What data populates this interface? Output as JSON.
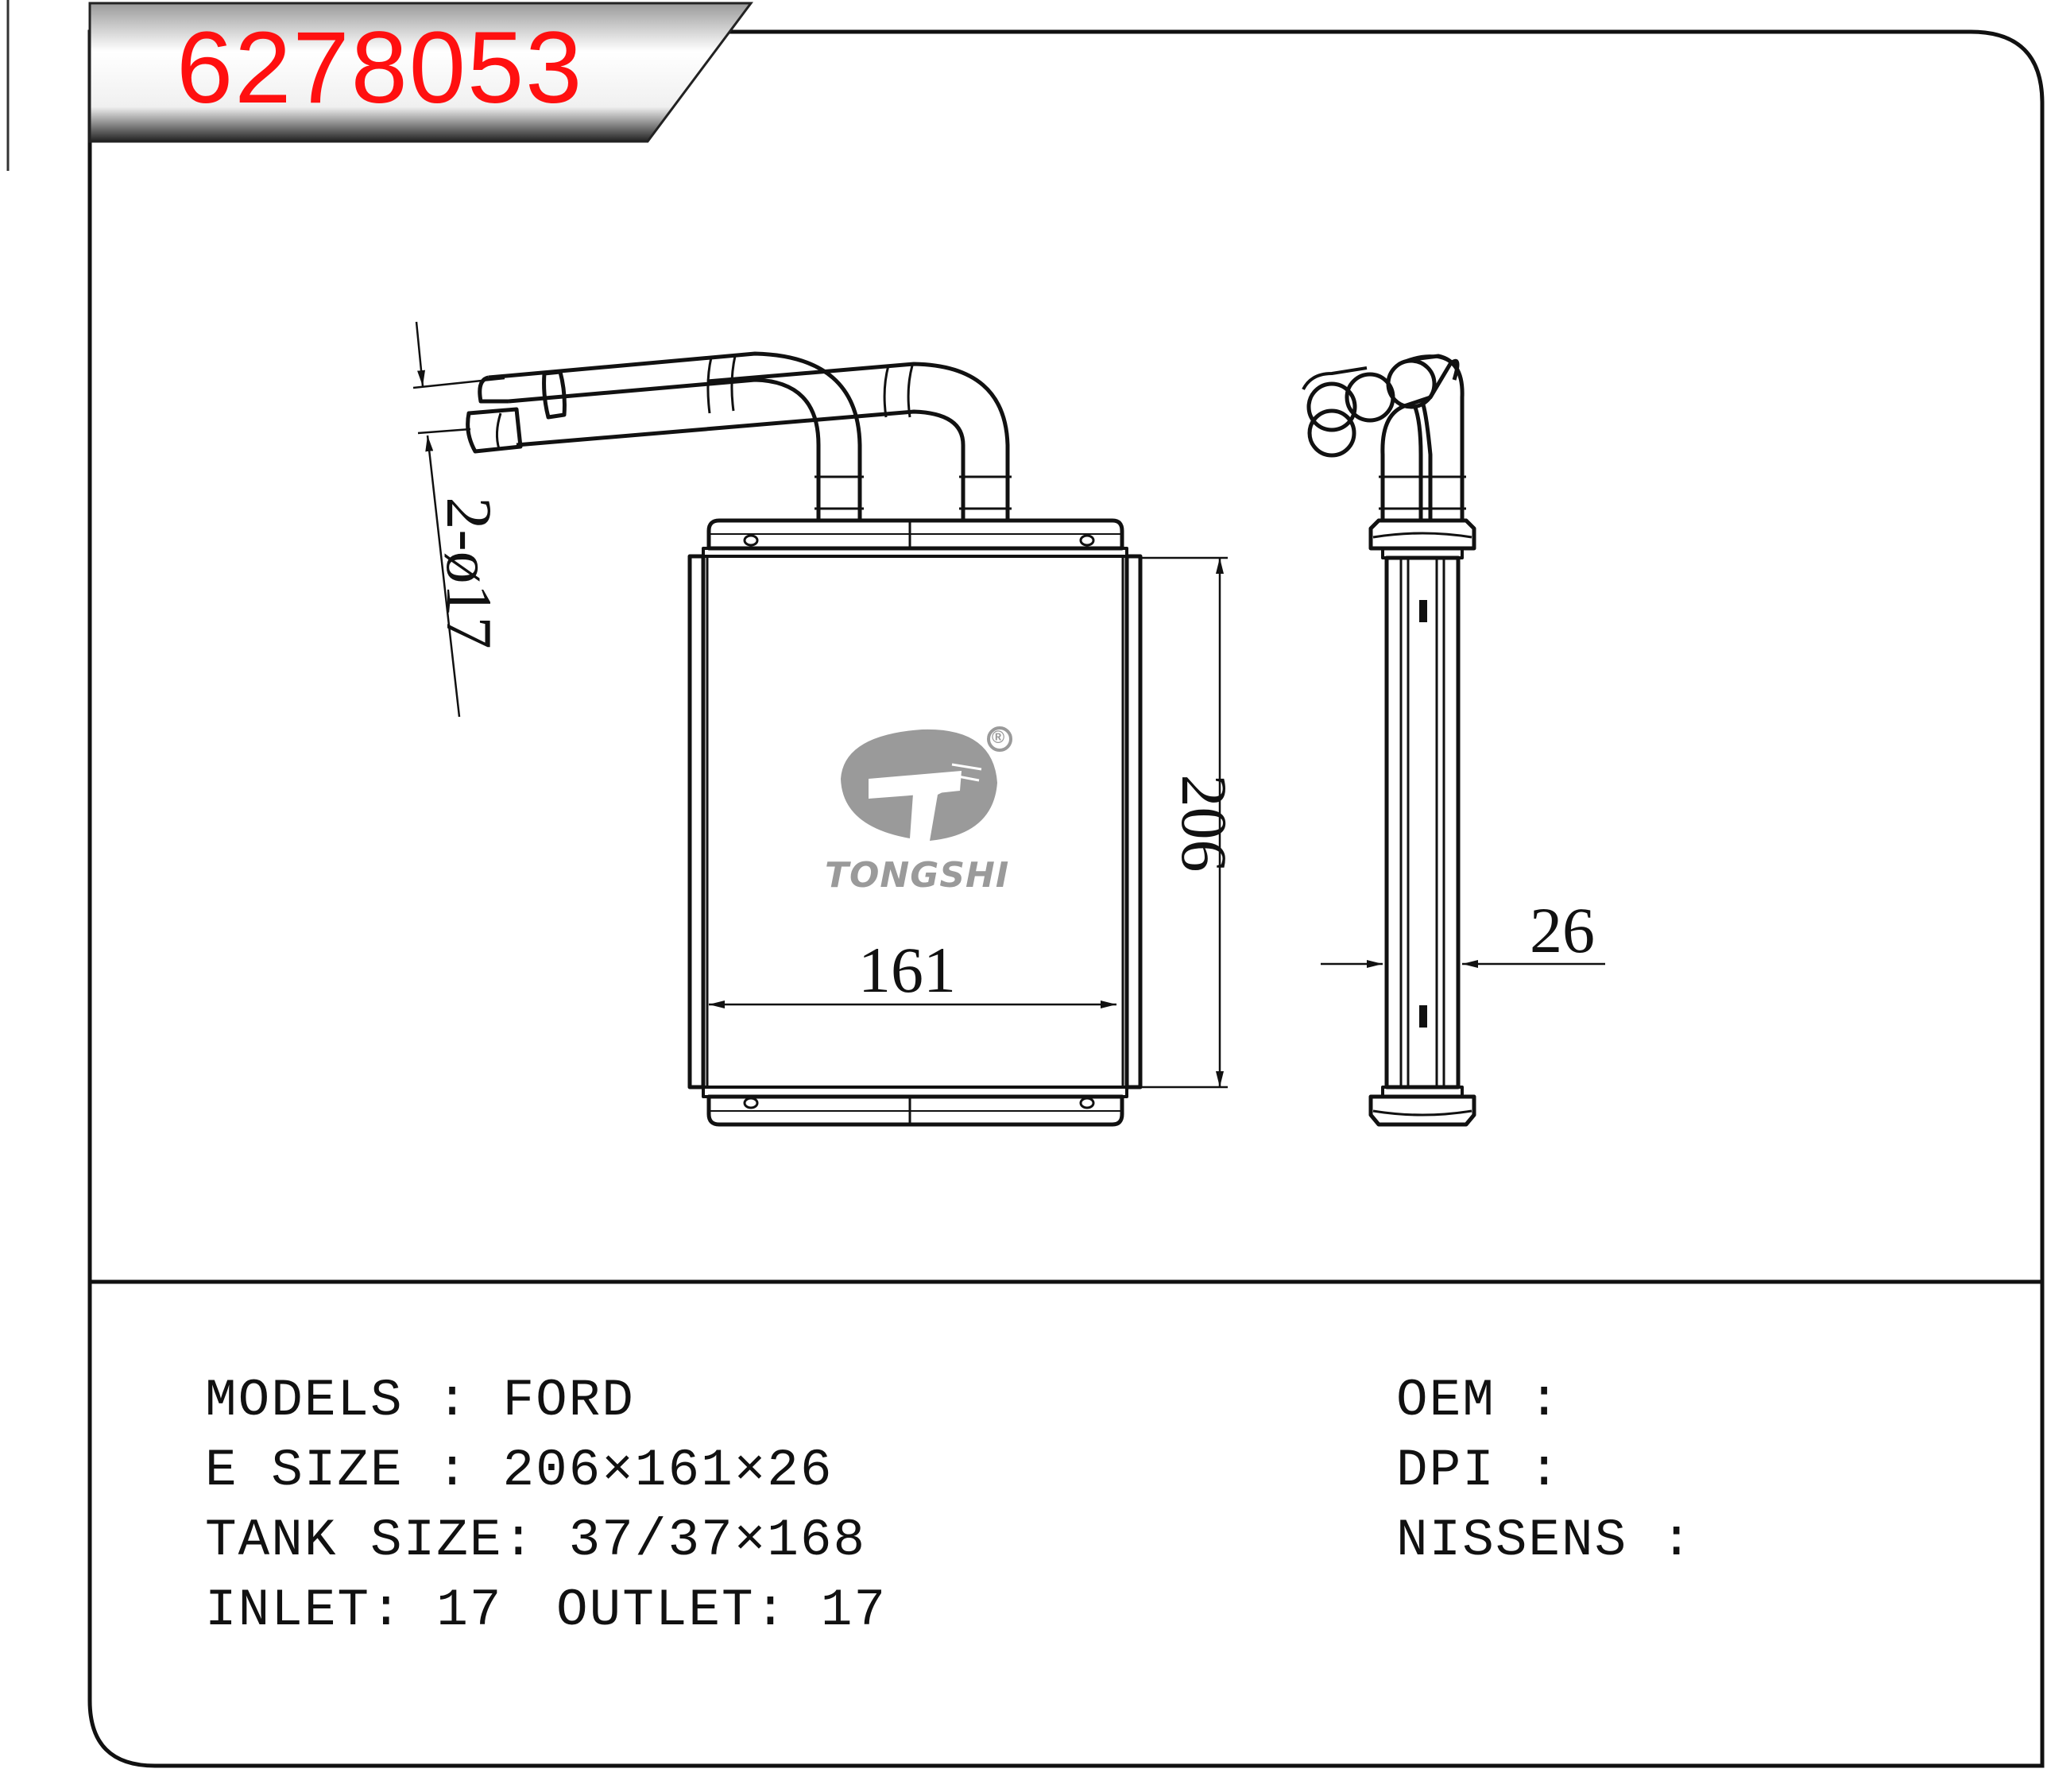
{
  "header": {
    "part_number": "6278053"
  },
  "dimensions": {
    "inlet_callout": "2-ø17",
    "height": "206",
    "width": "161",
    "depth": "26"
  },
  "logo": {
    "brand": "TONGSHI",
    "registered_mark": "®"
  },
  "specs": {
    "models": "MODELS : FORD",
    "e_size": "E SIZE : 206×161×26",
    "tank_size": "TANK SIZE: 37/37×168",
    "inlet": "INLET: 17",
    "outlet": "OUTLET: 17",
    "oem": "OEM :",
    "dpi": "DPI :",
    "nissens": "NISSENS :"
  }
}
